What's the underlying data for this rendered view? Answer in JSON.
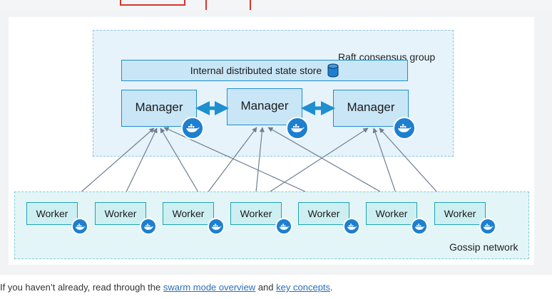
{
  "diagram": {
    "raft_group_label": "Raft consensus group",
    "state_store_label": "Internal distributed state store",
    "managers": [
      {
        "label": "Manager"
      },
      {
        "label": "Manager"
      },
      {
        "label": "Manager"
      }
    ],
    "workers": [
      {
        "label": "Worker"
      },
      {
        "label": "Worker"
      },
      {
        "label": "Worker"
      },
      {
        "label": "Worker"
      },
      {
        "label": "Worker"
      },
      {
        "label": "Worker"
      },
      {
        "label": "Worker"
      }
    ],
    "gossip_label": "Gossip network",
    "icons": {
      "database": "database-icon",
      "docker": "docker-whale-icon"
    },
    "colors": {
      "raft_fill": "#e6f3fb",
      "manager_fill": "#c9e6f7",
      "manager_border": "#1f8fce",
      "gossip_fill": "#e3f5f7",
      "worker_fill": "#cdeff2",
      "worker_border": "#1fa3b3",
      "docker_blue": "#1d7fd0",
      "link_color": "#2a6ebb"
    }
  },
  "caption": {
    "prefix": "If you haven’t already, read through the",
    "link1": "swarm mode overview",
    "middle": "and",
    "link2": "key concepts",
    "suffix": "."
  }
}
